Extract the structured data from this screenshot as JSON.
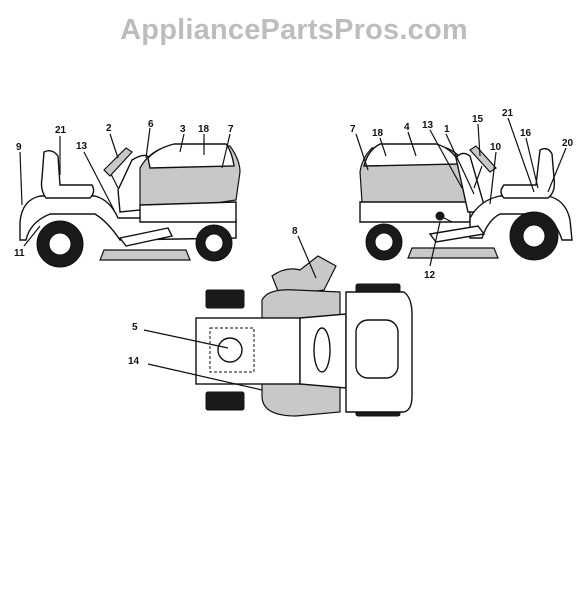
{
  "watermark": "AppliancePartsPros.com",
  "left_view": {
    "labels": [
      "9",
      "21",
      "2",
      "6",
      "3",
      "18",
      "7",
      "13",
      "11"
    ]
  },
  "right_view": {
    "labels": [
      "7",
      "18",
      "4",
      "13",
      "1",
      "15",
      "21",
      "16",
      "20",
      "10",
      "12"
    ]
  },
  "top_view": {
    "labels": [
      "8",
      "5",
      "14"
    ]
  }
}
